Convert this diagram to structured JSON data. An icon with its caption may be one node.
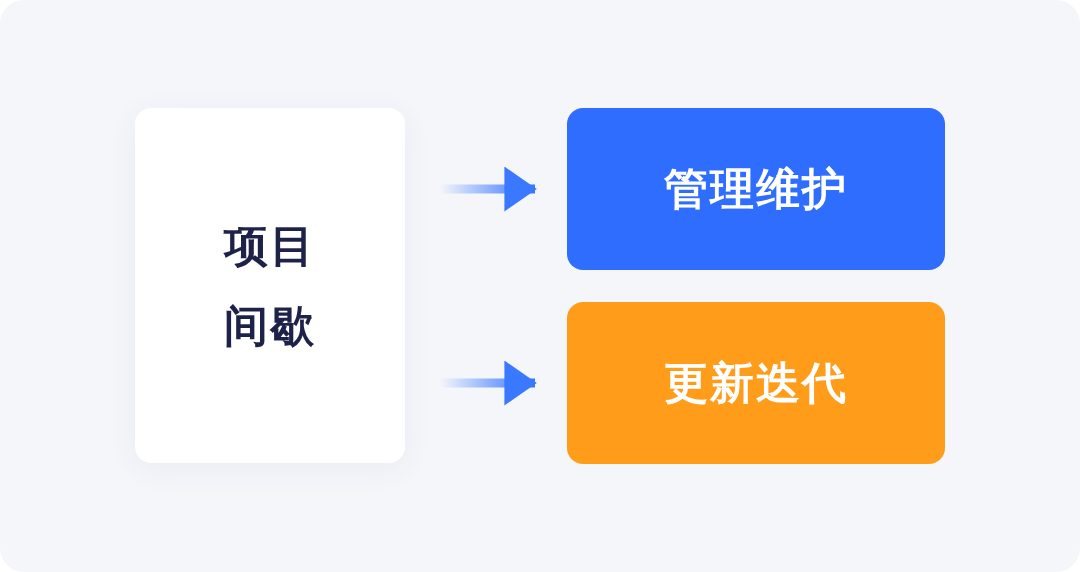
{
  "diagram": {
    "nodes": [
      {
        "text": [
          "项目间歇"
        ]
      },
      {
        "text": [
          "管理维护"
        ]
      },
      {
        "text": [
          "更新迭代"
        ]
      }
    ],
    "edges": [
      {
        "from": 0,
        "to": 1,
        "arrow": "to"
      },
      {
        "from": 0,
        "to": 2,
        "arrow": "to"
      }
    ]
  }
}
